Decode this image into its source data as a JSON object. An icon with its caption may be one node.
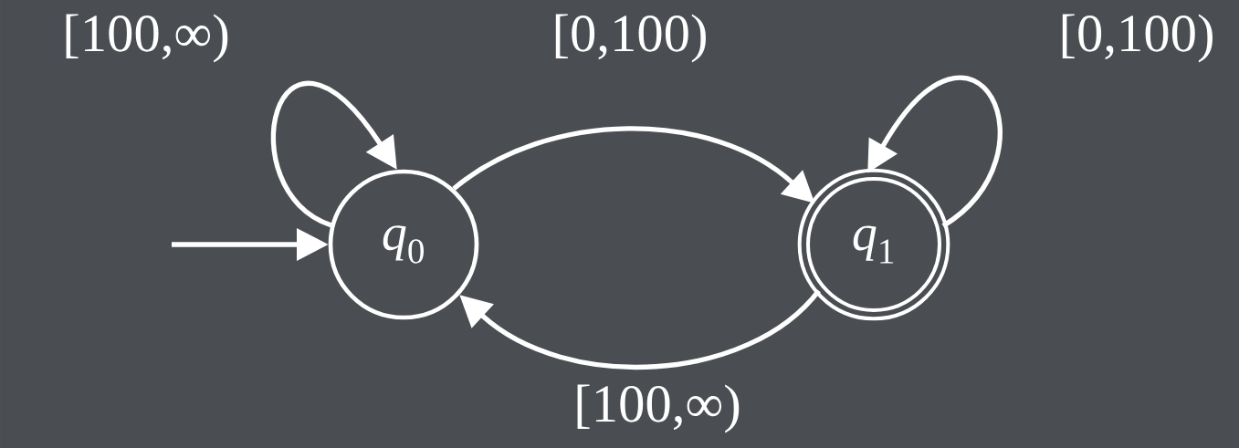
{
  "diagram": {
    "nodes": [
      {
        "text": [
          "*q*$_{0}$"
        ]
      },
      {
        "text": [
          "*q*$_{1}$"
        ]
      }
    ],
    "edges": [
      {
        "from": null,
        "to": 0,
        "arrow": "to"
      },
      {
        "from": 0,
        "to": 0,
        "arrow": "to",
        "label": "[100,∞)"
      },
      {
        "from": 0,
        "to": 1,
        "arrow": "to",
        "label": "[0,100)"
      },
      {
        "from": 1,
        "to": 1,
        "arrow": "to",
        "label": "[0,100)"
      },
      {
        "from": 1,
        "to": 0,
        "arrow": "to",
        "label": "[100,∞)"
      }
    ]
  }
}
